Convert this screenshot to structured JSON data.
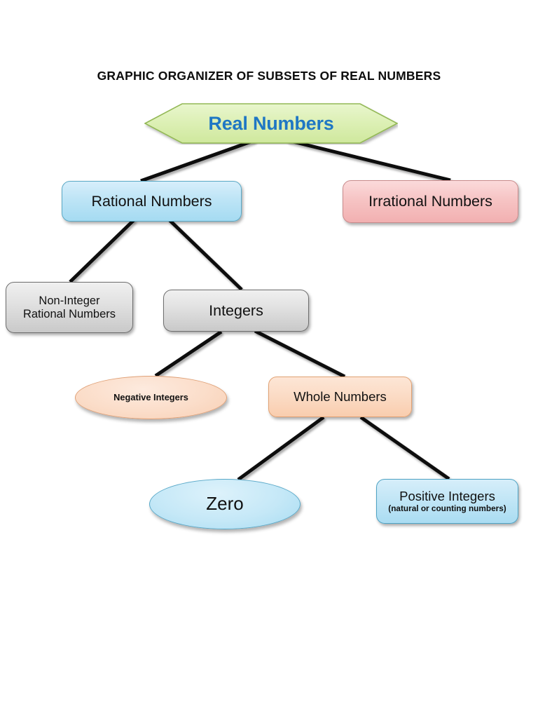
{
  "page": {
    "title": "GRAPHIC ORGANIZER OF SUBSETS OF REAL NUMBERS",
    "background_color": "#ffffff"
  },
  "diagram": {
    "type": "hierarchy-tree",
    "nodes": [
      {
        "id": "real-numbers",
        "label": "Real Numbers",
        "shape": "hexagon",
        "fill_color": "#dcf0b4",
        "border_color": "#8ab14e",
        "text_color": "#1f77c4",
        "level": 0
      },
      {
        "id": "rational-numbers",
        "label": "Rational Numbers",
        "shape": "rounded-rectangle",
        "fill_color": "#bfe5f6",
        "border_color": "#5aa9c6",
        "text_color": "#111111",
        "level": 1
      },
      {
        "id": "irrational-numbers",
        "label": "Irrational Numbers",
        "shape": "rounded-rectangle",
        "fill_color": "#f6c4c4",
        "border_color": "#c98b8c",
        "text_color": "#111111",
        "level": 1
      },
      {
        "id": "non-integer-rational-numbers",
        "label": "Non-Integer",
        "label_line2": "Rational Numbers",
        "shape": "rounded-rectangle",
        "fill_color": "#e2e2e2",
        "border_color": "#6e6e6e",
        "text_color": "#111111",
        "level": 2
      },
      {
        "id": "integers",
        "label": "Integers",
        "shape": "rounded-rectangle",
        "fill_color": "#e2e2e2",
        "border_color": "#6e6e6e",
        "text_color": "#111111",
        "level": 2
      },
      {
        "id": "negative-integers",
        "label": "Negative Integers",
        "shape": "ellipse",
        "fill_color": "#fbddc9",
        "border_color": "#e0a177",
        "text_color": "#111111",
        "level": 3
      },
      {
        "id": "whole-numbers",
        "label": "Whole Numbers",
        "shape": "rounded-rectangle",
        "fill_color": "#fbdcc6",
        "border_color": "#e2a273",
        "text_color": "#111111",
        "level": 3
      },
      {
        "id": "zero",
        "label": "Zero",
        "shape": "ellipse",
        "fill_color": "#c5e8f7",
        "border_color": "#58a8c8",
        "text_color": "#111111",
        "level": 4
      },
      {
        "id": "positive-integers",
        "label": "Positive Integers",
        "label_line2": "(natural or counting numbers)",
        "shape": "rounded-rectangle",
        "fill_color": "#c2e6f6",
        "border_color": "#4fa3c4",
        "text_color": "#111111",
        "level": 4
      }
    ],
    "edges": [
      {
        "from": "real-numbers",
        "to": "rational-numbers"
      },
      {
        "from": "real-numbers",
        "to": "irrational-numbers"
      },
      {
        "from": "rational-numbers",
        "to": "non-integer-rational-numbers"
      },
      {
        "from": "rational-numbers",
        "to": "integers"
      },
      {
        "from": "integers",
        "to": "negative-integers"
      },
      {
        "from": "integers",
        "to": "whole-numbers"
      },
      {
        "from": "whole-numbers",
        "to": "zero"
      },
      {
        "from": "whole-numbers",
        "to": "positive-integers"
      }
    ],
    "edge_color": "#111111"
  }
}
